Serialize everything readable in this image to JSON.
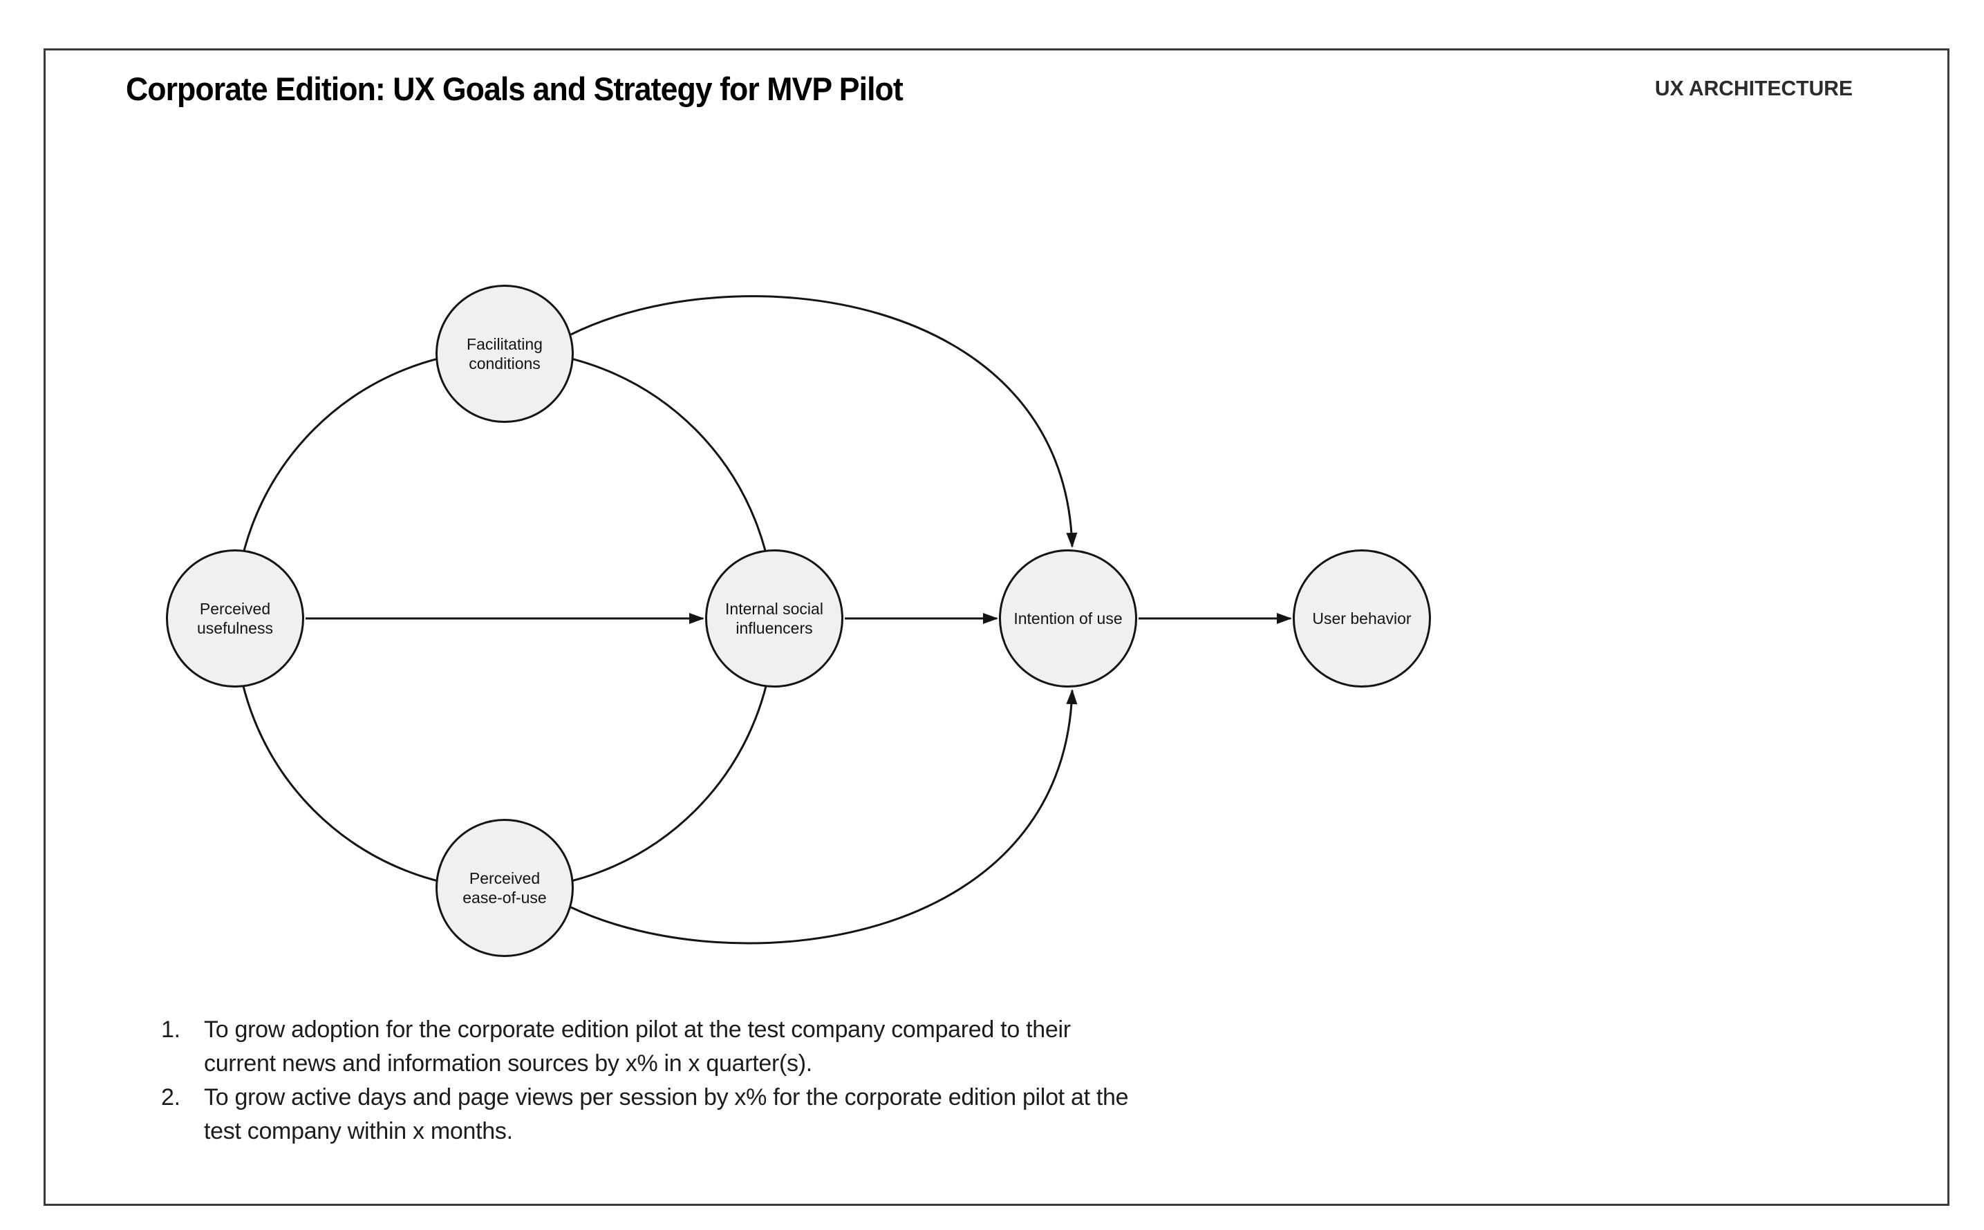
{
  "header": {
    "title": "Corporate Edition: UX Goals and Strategy for MVP Pilot",
    "corner_label": "UX ARCHITECTURE"
  },
  "diagram": {
    "nodes": [
      {
        "id": "facilitating-conditions",
        "label": "Facilitating\nconditions"
      },
      {
        "id": "perceived-usefulness",
        "label": "Perceived\nusefulness"
      },
      {
        "id": "internal-social-influencers",
        "label": "Internal social\ninfluencers"
      },
      {
        "id": "perceived-ease-of-use",
        "label": "Perceived\nease-of-use"
      },
      {
        "id": "intention-of-use",
        "label": "Intention of use"
      },
      {
        "id": "user-behavior",
        "label": "User behavior"
      }
    ],
    "edges": [
      {
        "from": "perceived-usefulness",
        "to": "internal-social-influencers",
        "style": "straight",
        "arrow": true
      },
      {
        "from": "internal-social-influencers",
        "to": "intention-of-use",
        "style": "straight",
        "arrow": true
      },
      {
        "from": "intention-of-use",
        "to": "user-behavior",
        "style": "straight",
        "arrow": true
      },
      {
        "from": "facilitating-conditions",
        "to": "intention-of-use",
        "style": "curved",
        "arrow": true
      },
      {
        "from": "perceived-ease-of-use",
        "to": "intention-of-use",
        "style": "curved",
        "arrow": true
      },
      {
        "from": "perceived-usefulness",
        "to": "facilitating-conditions",
        "style": "arc",
        "arrow": false
      },
      {
        "from": "perceived-usefulness",
        "to": "perceived-ease-of-use",
        "style": "arc",
        "arrow": false
      },
      {
        "from": "facilitating-conditions",
        "to": "internal-social-influencers",
        "style": "arc",
        "arrow": false
      },
      {
        "from": "perceived-ease-of-use",
        "to": "internal-social-influencers",
        "style": "arc",
        "arrow": false
      }
    ]
  },
  "goals": {
    "numbers": [
      "1.",
      "2."
    ],
    "items": [
      "To grow adoption for the corporate edition pilot at the test company compared to their current news and information sources by x% in x quarter(s).",
      "To grow active days and page views per session by x% for the corporate edition pilot at the test company within x months."
    ]
  },
  "colors": {
    "background": "#ffffff",
    "frame_border": "#3a3a3a",
    "node_fill": "#f0f0f0",
    "stroke": "#141414",
    "text": "#1c1c1c"
  }
}
